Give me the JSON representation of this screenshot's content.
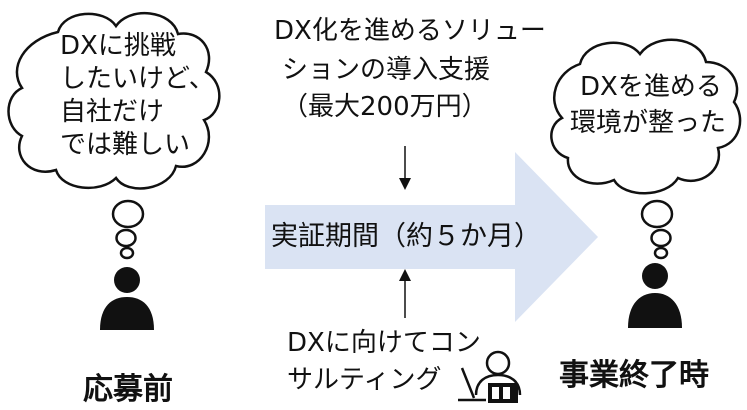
{
  "left": {
    "thought": [
      "DXに挑戦",
      "したいけど、",
      "自社だけ",
      "では難しい"
    ],
    "caption": "応募前"
  },
  "right": {
    "thought": [
      "DXを進める",
      "環境が整った"
    ],
    "caption": "事業終了時"
  },
  "center": {
    "solution": [
      "DX化を進めるソリュー",
      "ションの導入支援",
      "（最大200万円）"
    ],
    "arrow_label": "実証期間（約５か月）",
    "consulting": [
      "DXに向けてコン",
      "サルティング"
    ]
  },
  "colors": {
    "arrow_fill": "#dae3f3",
    "outline": "#111111",
    "person": "#111111"
  },
  "icons": [
    "thought-cloud",
    "person-icon",
    "consultant-icon",
    "down-arrow",
    "up-arrow"
  ]
}
